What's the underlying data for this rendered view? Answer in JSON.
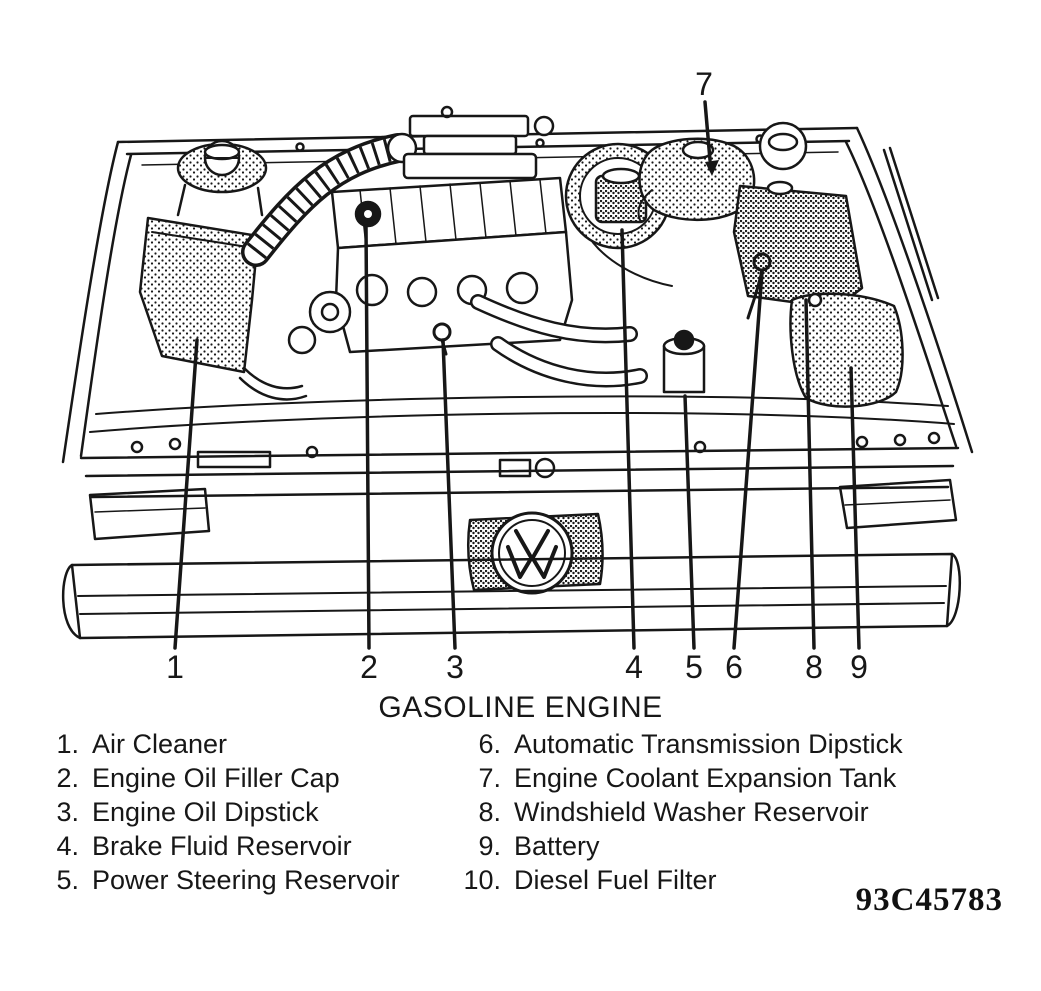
{
  "diagram": {
    "description": "Engine compartment line drawing, gasoline engine, numbered component callouts",
    "colors": {
      "ink": "#171717",
      "paper": "#ffffff"
    },
    "callouts": {
      "c1": "1",
      "c2": "2",
      "c3": "3",
      "c4": "4",
      "c5": "5",
      "c6": "6",
      "c7": "7",
      "c8": "8",
      "c9": "9"
    }
  },
  "caption": "GASOLINE ENGINE",
  "legend": {
    "left": [
      {
        "num": "1.",
        "label": "Air Cleaner"
      },
      {
        "num": "2.",
        "label": "Engine Oil Filler Cap"
      },
      {
        "num": "3.",
        "label": "Engine Oil Dipstick"
      },
      {
        "num": "4.",
        "label": "Brake Fluid Reservoir"
      },
      {
        "num": "5.",
        "label": "Power Steering Reservoir"
      }
    ],
    "right": [
      {
        "num": "6.",
        "label": "Automatic Transmission Dipstick"
      },
      {
        "num": "7.",
        "label": "Engine Coolant Expansion Tank"
      },
      {
        "num": "8.",
        "label": "Windshield Washer Reservoir"
      },
      {
        "num": "9.",
        "label": "Battery"
      },
      {
        "num": "10.",
        "label": "Diesel Fuel Filter"
      }
    ]
  },
  "figure_code": "93C45783"
}
